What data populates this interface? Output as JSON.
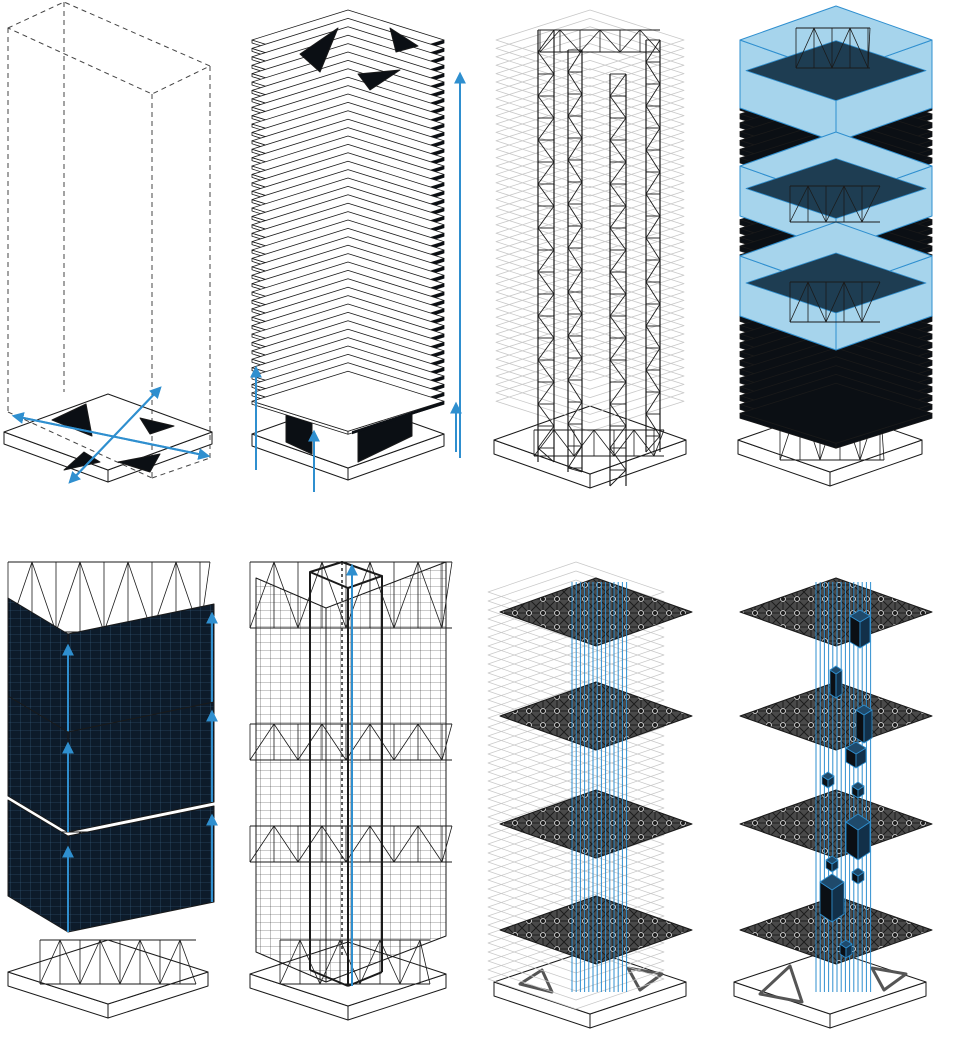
{
  "diagram": {
    "kind": "isometric tower construction sequence",
    "panel_count": 8,
    "panels": [
      {
        "id": "envelope",
        "icon": "dashed-box-icon"
      },
      {
        "id": "floor-stack",
        "icon": "stacked-slabs-icon"
      },
      {
        "id": "space-frame-columns",
        "icon": "truss-column-icon"
      },
      {
        "id": "sky-lobbies",
        "icon": "glass-volume-icon"
      },
      {
        "id": "facade-blocks",
        "icon": "facade-grid-icon"
      },
      {
        "id": "core",
        "icon": "core-shaft-icon"
      },
      {
        "id": "floor-grids",
        "icon": "grid-slab-icon"
      },
      {
        "id": "grids-with-volumes",
        "icon": "volume-box-icon"
      }
    ],
    "colors": {
      "line": "#1a1a1a",
      "fill_dark": "#0b0f14",
      "facade_dark": "#0d1b2a",
      "arrow_blue": "#2f8fcf",
      "glass": "#a6d4ec",
      "glass_dark": "#1e3d52",
      "faint": "#c8c8c8"
    }
  }
}
